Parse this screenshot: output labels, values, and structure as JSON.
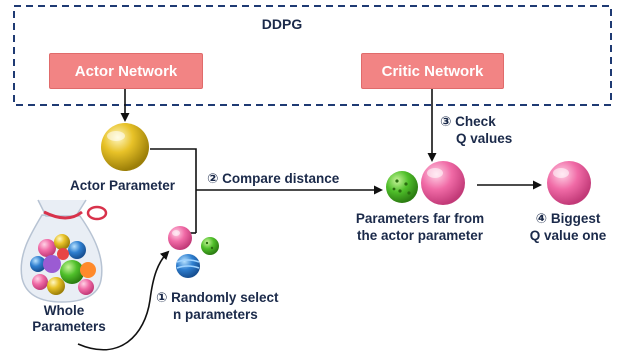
{
  "title": "DDPG",
  "actor_network": "Actor Network",
  "critic_network": "Critic Network",
  "actor_parameter": "Actor Parameter",
  "step2": "② Compare distance",
  "step3_line1": "③ Check",
  "step3_line2": "Q values",
  "far_line1": "Parameters far from",
  "far_line2": "the actor parameter",
  "step4_line1": "④ Biggest",
  "step4_line2": "Q value one",
  "whole_line1": "Whole",
  "whole_line2": "Parameters",
  "step1_line1": "① Randomly select",
  "step1_line2": "n parameters",
  "colors": {
    "box_fill": "#f28484",
    "dashed_border": "#1f3a73",
    "text": "#1b2a4a",
    "arrow": "#111111"
  },
  "icons": [
    "gold-ball-icon",
    "pink-ball-icon",
    "green-ball-icon",
    "blue-ball-icon",
    "bag-of-balls-icon"
  ]
}
